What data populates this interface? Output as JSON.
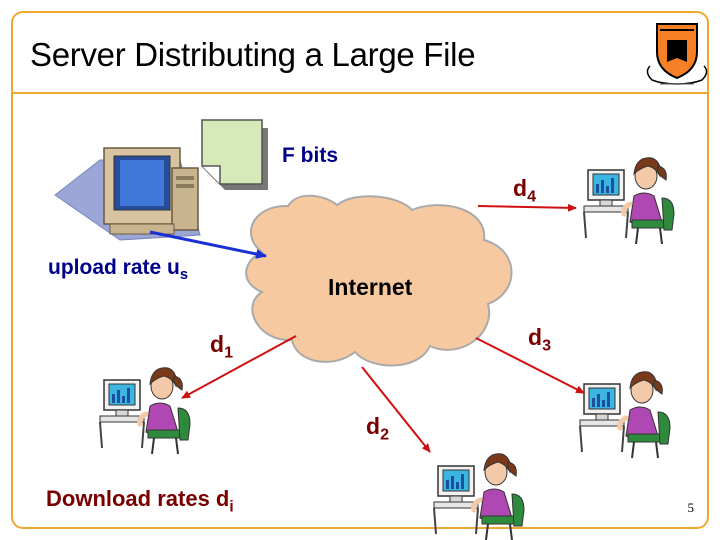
{
  "slide": {
    "title": "Server Distributing a Large File",
    "page_number": "5"
  },
  "labels": {
    "file": "F bits",
    "upload_rate": "upload rate u",
    "upload_rate_sub": "s",
    "internet": "Internet",
    "d1": "d",
    "d1_sub": "1",
    "d2": "d",
    "d2_sub": "2",
    "d3": "d",
    "d3_sub": "3",
    "d4": "d",
    "d4_sub": "4",
    "download_rates": "Download rates d",
    "download_rates_sub": "i"
  },
  "colors": {
    "frame": "#f0a830",
    "cloud": "#f6c9a0",
    "arrow_upload": "#1a2fd4",
    "arrow_download": "#d01010"
  }
}
